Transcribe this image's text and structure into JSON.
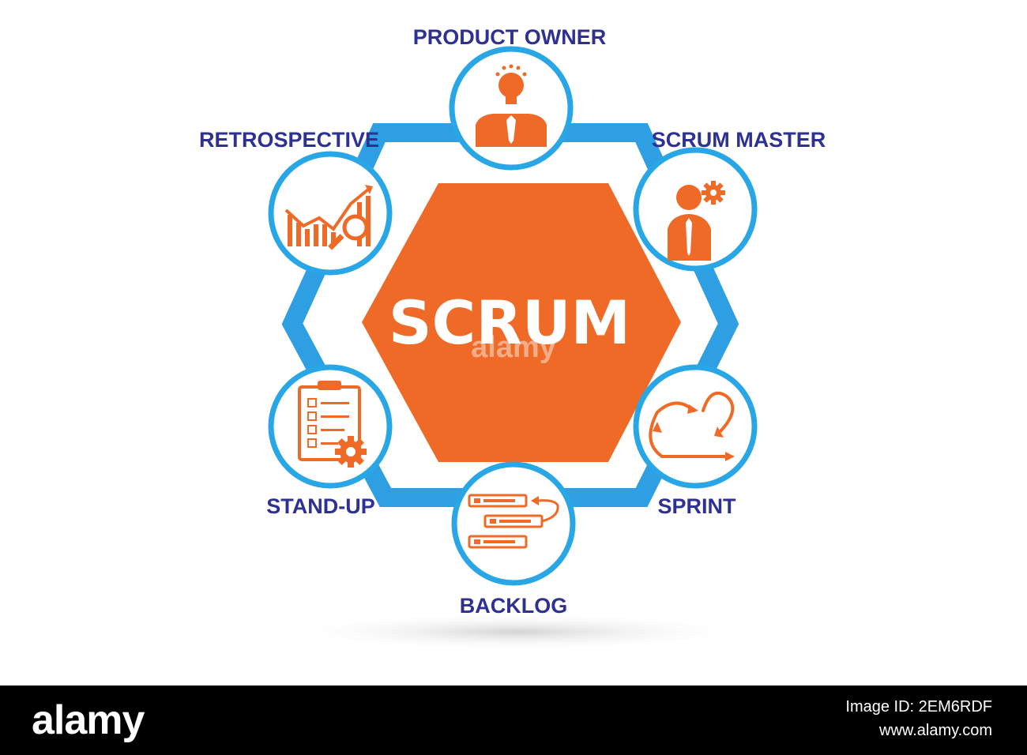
{
  "diagram": {
    "center": {
      "label": "SCRUM"
    },
    "nodes": [
      {
        "id": "product-owner",
        "label": "PRODUCT OWNER",
        "icon": "businessman-lightbulb-icon"
      },
      {
        "id": "scrum-master",
        "label": "SCRUM MASTER",
        "icon": "person-gear-icon"
      },
      {
        "id": "sprint",
        "label": "SPRINT",
        "icon": "cycle-arrows-icon"
      },
      {
        "id": "backlog",
        "label": "BACKLOG",
        "icon": "backlog-list-icon"
      },
      {
        "id": "stand-up",
        "label": "STAND-UP",
        "icon": "checklist-gear-icon"
      },
      {
        "id": "retrospective",
        "label": "RETROSPECTIVE",
        "icon": "chart-magnifier-icon"
      }
    ],
    "watermark": "alamy"
  },
  "stock_bar": {
    "logo": "alamy",
    "image_id_line": "Image ID: 2EM6RDF",
    "site": "www.alamy.com"
  },
  "colors": {
    "accent_orange": "#ee6a26",
    "ring_blue": "#29a6e6",
    "connector_blue": "#2f9fe4",
    "label_navy": "#2e3192"
  }
}
